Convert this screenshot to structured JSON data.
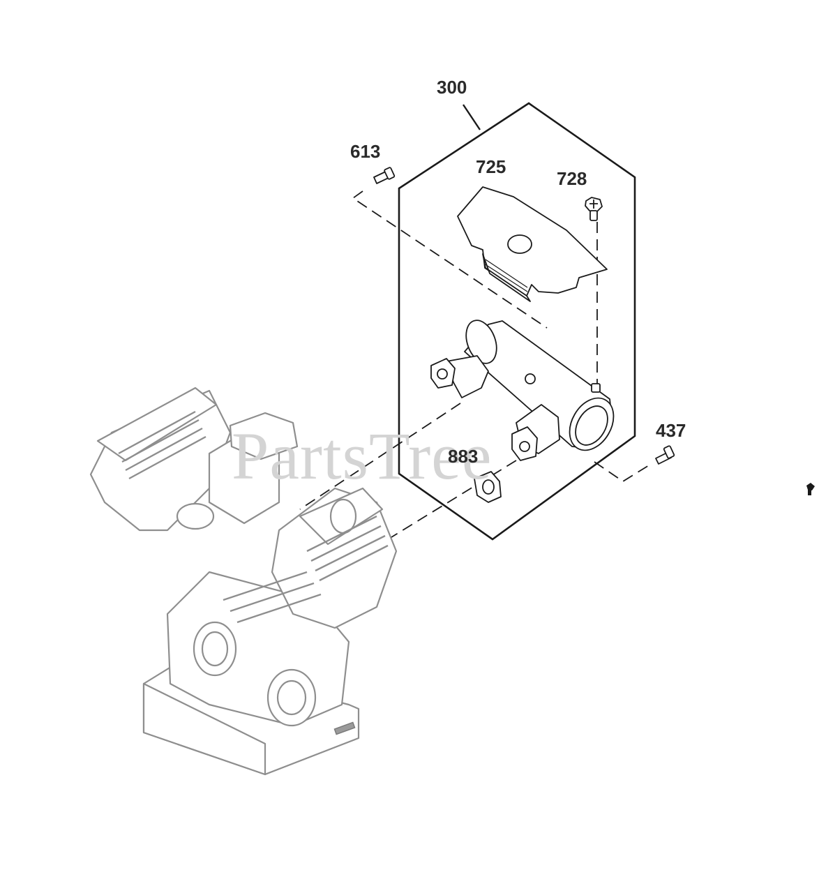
{
  "diagram": {
    "watermark": "PartsTree",
    "callouts": {
      "c300": "300",
      "c613": "613",
      "c725": "725",
      "c728": "728",
      "c437": "437",
      "c883": "883"
    }
  },
  "colors": {
    "line": "#1a1a1a",
    "engine": "#8e8e8e",
    "watermark": "#d4d4d4",
    "background": "#ffffff"
  }
}
